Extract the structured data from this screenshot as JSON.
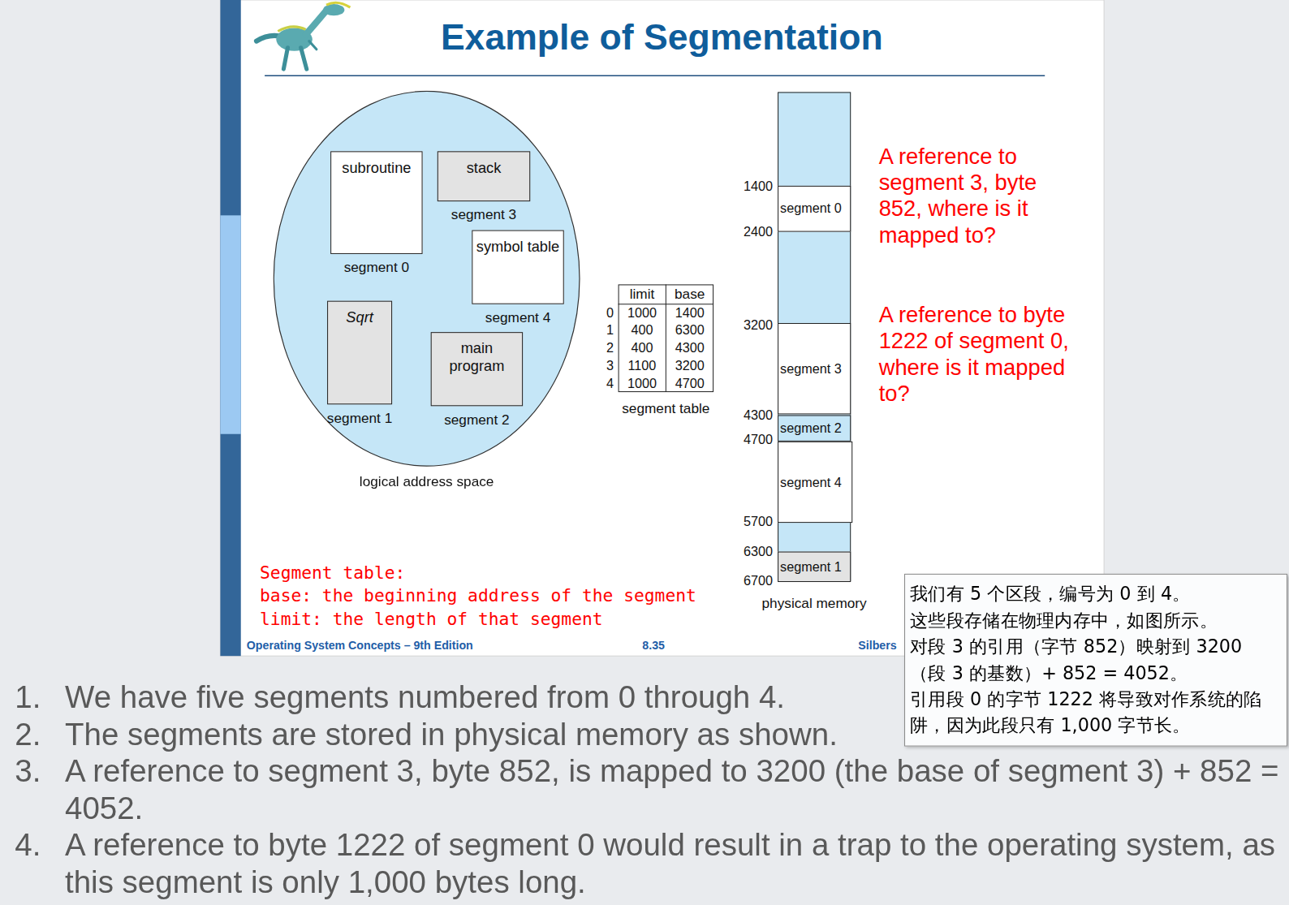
{
  "diagram": {
    "title": "Example of Segmentation",
    "nodes": [
      {
        "text": [
          "logical address space"
        ]
      },
      {
        "text": [
          "subroutine",
          "segment 0"
        ],
        "in": 0
      },
      {
        "text": [
          "stack",
          "segment 3"
        ],
        "in": 0
      },
      {
        "text": [
          "symbol table",
          "segment 4"
        ],
        "in": 0
      },
      {
        "text": [
          "Sqrt",
          "segment 1"
        ],
        "in": 0
      },
      {
        "text": [
          "main program",
          "segment 2"
        ],
        "in": 0
      },
      {
        "text": [
          "segment table"
        ]
      },
      {
        "text": [
          "physical memory"
        ]
      },
      {
        "text": [
          "segment 0"
        ],
        "in": 7
      },
      {
        "text": [
          "segment 3"
        ],
        "in": 7
      },
      {
        "text": [
          "segment 2"
        ],
        "in": 7
      },
      {
        "text": [
          "segment 4"
        ],
        "in": 7
      },
      {
        "text": [
          "segment 1"
        ],
        "in": 7
      },
      {
        "text": [
          "我们有 5 个区段，编号为 0 到 4。",
          "这些段存储在物理内存中，如图所示。",
          "对段 3 的引用（字节 852）映射到 3200 （段 3 的基数）+ 852 = 4052。",
          "引用段 0 的字节 1222 将导致对作系统的陷阱，因为此段只有 1,000 字节长。"
        ]
      }
    ],
    "labels": [
      "A reference to segment 3, byte 852, where is it mapped to?",
      "A reference to byte 1222 of segment 0, where is it mapped to?",
      "limit",
      "base",
      "0",
      "1000",
      "1400",
      "1",
      "400",
      "6300",
      "2",
      "400",
      "4300",
      "3",
      "1100",
      "3200",
      "4",
      "1000",
      "4700",
      "1400",
      "2400",
      "3200",
      "4300",
      "4700",
      "5700",
      "6300",
      "6700",
      "Segment table:",
      "base: the beginning address of the segment",
      "limit: the length of that segment",
      "Operating System Concepts – 9th Edition",
      "8.35",
      "Silbers",
      "1.",
      "We have five segments numbered from 0 through 4.",
      "2.",
      "The segments are stored in physical memory as shown.",
      "3.",
      "A reference to segment 3, byte 852, is mapped to 3200 (the base of segment 3) + 852 = 4052.",
      "4.",
      "A reference to byte 1222 of segment 0 would result in a trap to the operating system, as this segment is only 1,000 bytes long."
    ]
  }
}
